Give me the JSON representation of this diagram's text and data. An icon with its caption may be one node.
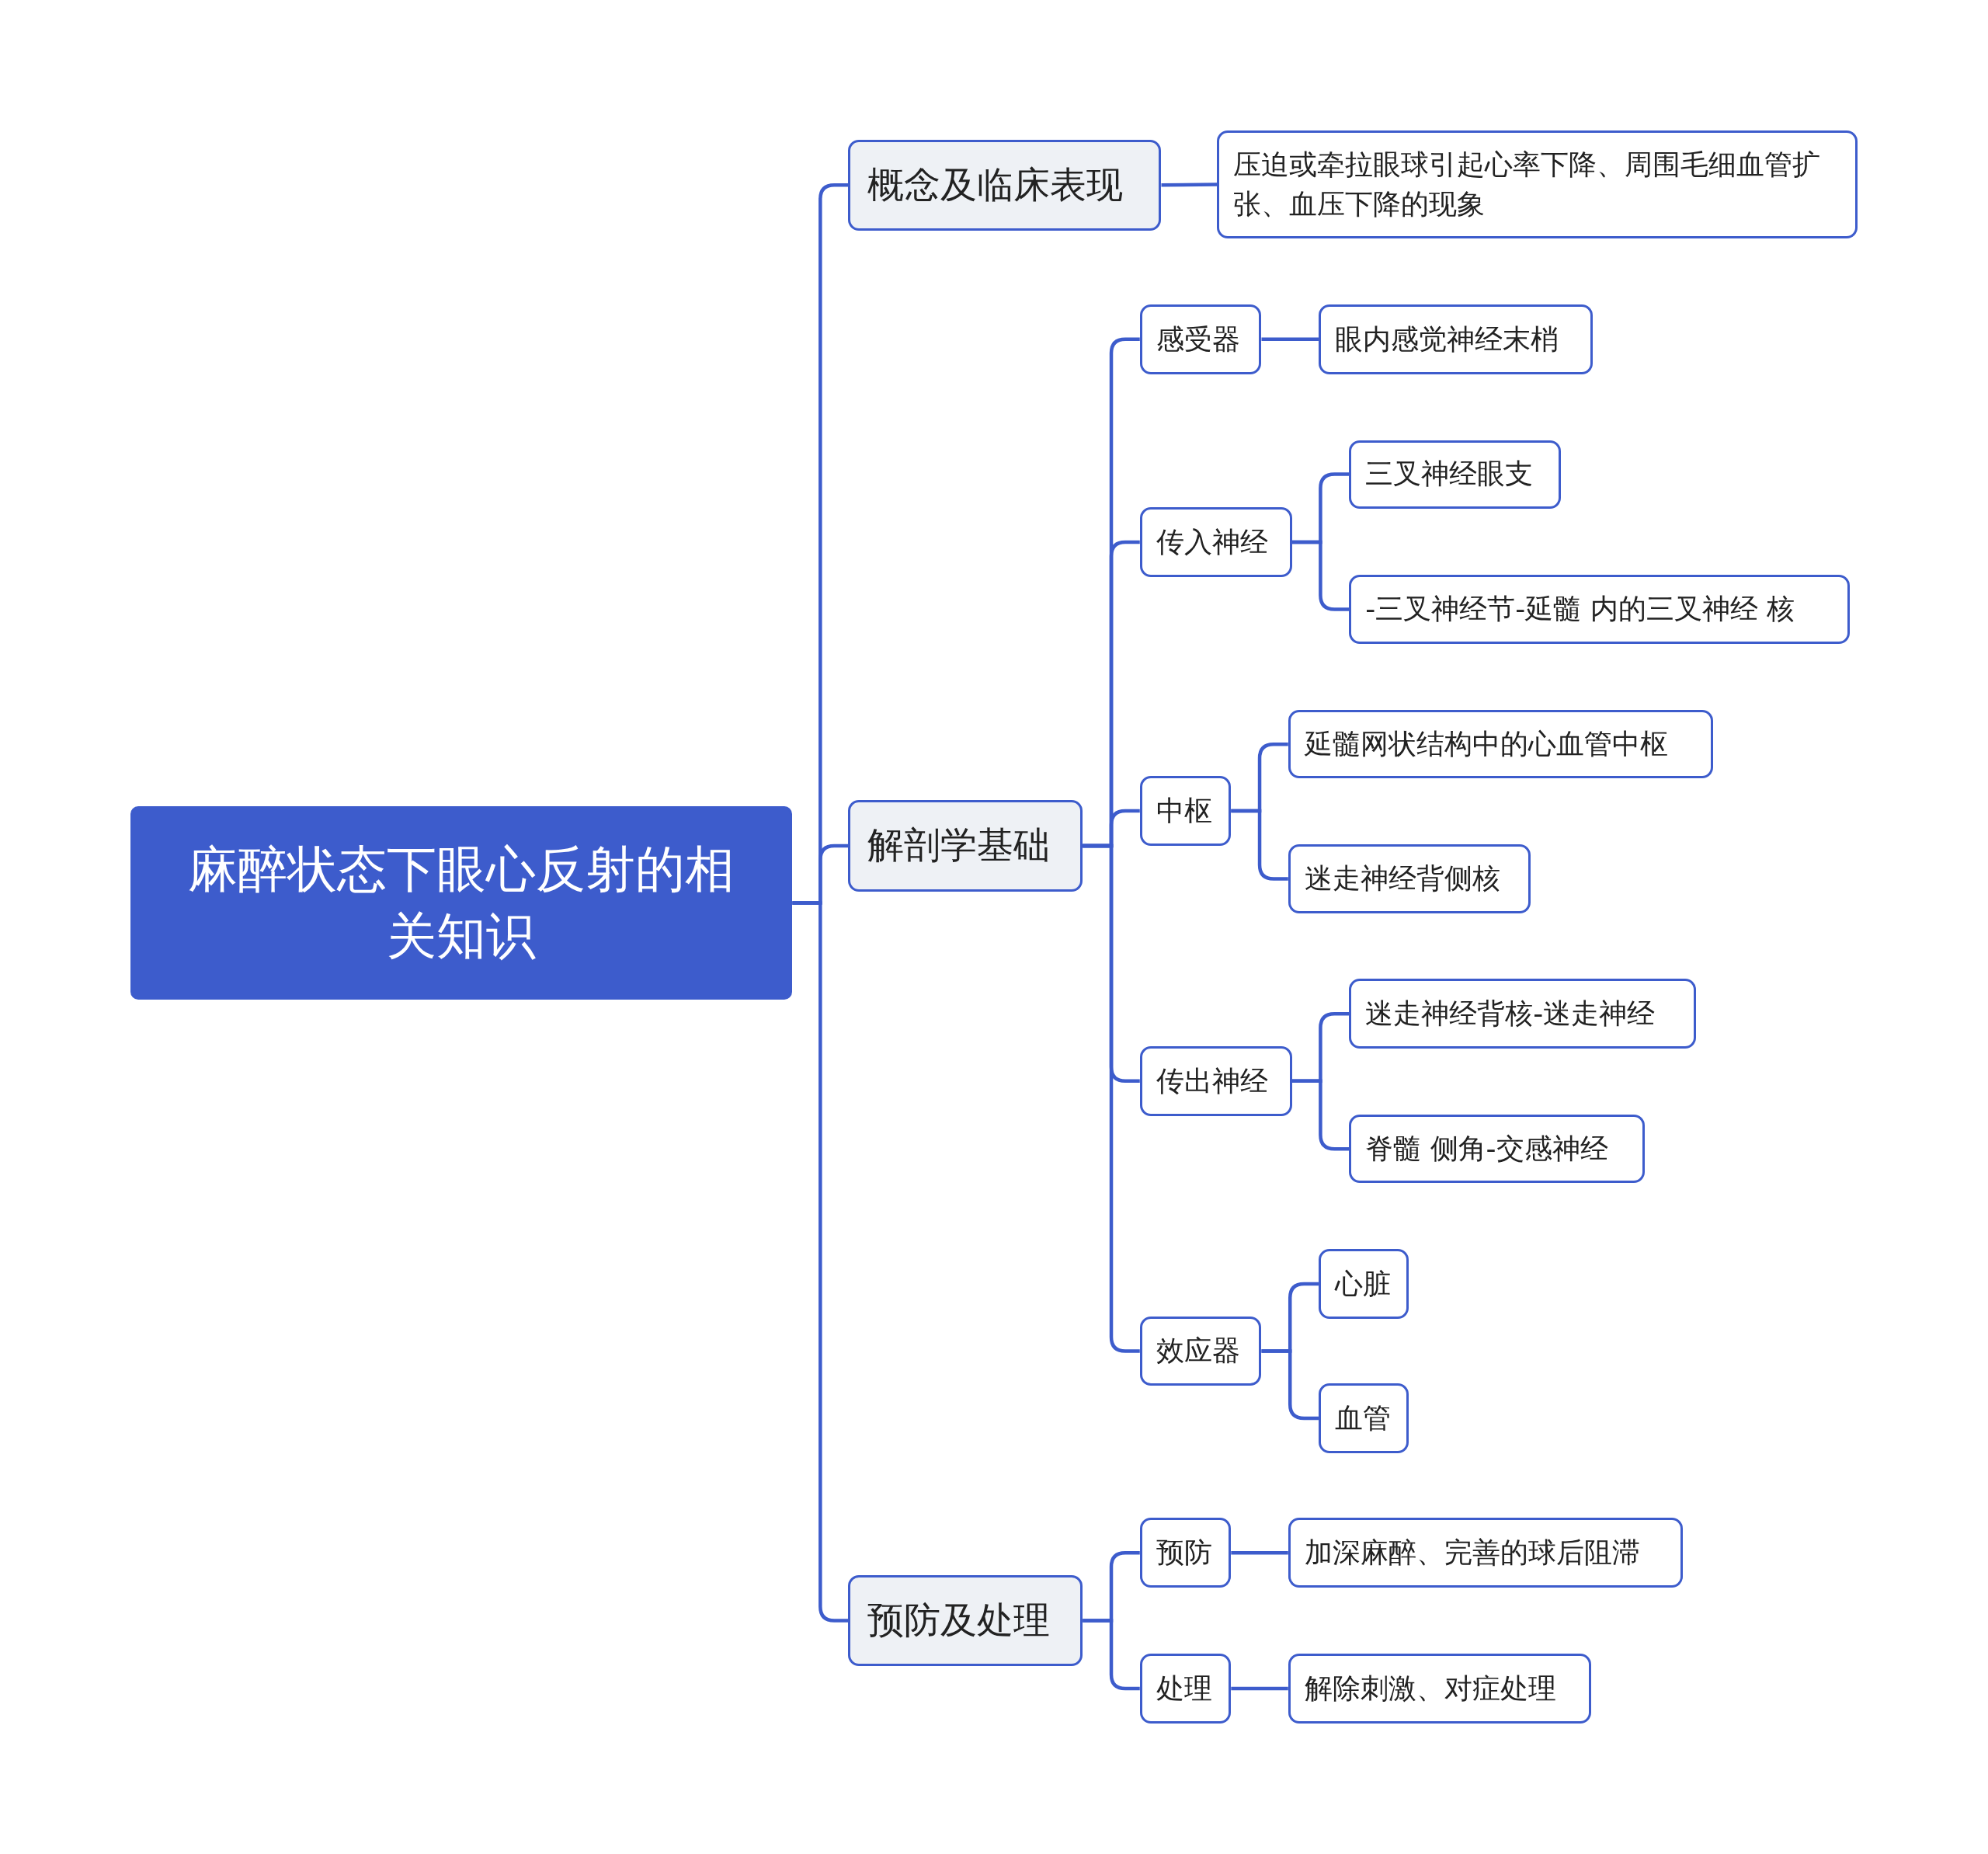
{
  "diagram": {
    "nodes": [
      {
        "text": [
          "麻醉状态下眼心反射的相关知识"
        ]
      },
      {
        "text": [
          "概念及临床表现"
        ]
      },
      {
        "text": [
          "压迫或牵拉眼球引起心率下降、周围毛细血管扩张、血压下降的现象"
        ]
      },
      {
        "text": [
          "解剖学基础"
        ]
      },
      {
        "text": [
          "感受器"
        ]
      },
      {
        "text": [
          "眼内感觉神经末梢"
        ]
      },
      {
        "text": [
          "传入神经"
        ]
      },
      {
        "text": [
          "三叉神经眼支"
        ]
      },
      {
        "text": [
          "-三叉神经节-延髓 内的三叉神经 核"
        ]
      },
      {
        "text": [
          "中枢"
        ]
      },
      {
        "text": [
          "延髓网状结构中的心血管中枢"
        ]
      },
      {
        "text": [
          "迷走神经背侧核"
        ]
      },
      {
        "text": [
          "传出神经"
        ]
      },
      {
        "text": [
          "迷走神经背核-迷走神经"
        ]
      },
      {
        "text": [
          "脊髓 侧角-交感神经"
        ]
      },
      {
        "text": [
          "效应器"
        ]
      },
      {
        "text": [
          "心脏"
        ]
      },
      {
        "text": [
          "血管"
        ]
      },
      {
        "text": [
          "预防及处理"
        ]
      },
      {
        "text": [
          "预防"
        ]
      },
      {
        "text": [
          "加深麻醉、完善的球后阻滞"
        ]
      },
      {
        "text": [
          "处理"
        ]
      },
      {
        "text": [
          "解除刺激、对症处理"
        ]
      }
    ],
    "edges": [
      {
        "from": 0,
        "to": 1,
        "arrow": "none"
      },
      {
        "from": 1,
        "to": 2,
        "arrow": "none"
      },
      {
        "from": 0,
        "to": 3,
        "arrow": "none"
      },
      {
        "from": 3,
        "to": 4,
        "arrow": "none"
      },
      {
        "from": 4,
        "to": 5,
        "arrow": "none"
      },
      {
        "from": 3,
        "to": 6,
        "arrow": "none"
      },
      {
        "from": 6,
        "to": 7,
        "arrow": "none"
      },
      {
        "from": 6,
        "to": 8,
        "arrow": "none"
      },
      {
        "from": 3,
        "to": 9,
        "arrow": "none"
      },
      {
        "from": 9,
        "to": 10,
        "arrow": "none"
      },
      {
        "from": 9,
        "to": 11,
        "arrow": "none"
      },
      {
        "from": 3,
        "to": 12,
        "arrow": "none"
      },
      {
        "from": 12,
        "to": 13,
        "arrow": "none"
      },
      {
        "from": 12,
        "to": 14,
        "arrow": "none"
      },
      {
        "from": 3,
        "to": 15,
        "arrow": "none"
      },
      {
        "from": 15,
        "to": 16,
        "arrow": "none"
      },
      {
        "from": 15,
        "to": 17,
        "arrow": "none"
      },
      {
        "from": 0,
        "to": 18,
        "arrow": "none"
      },
      {
        "from": 18,
        "to": 19,
        "arrow": "none"
      },
      {
        "from": 19,
        "to": 20,
        "arrow": "none"
      },
      {
        "from": 18,
        "to": 21,
        "arrow": "none"
      },
      {
        "from": 21,
        "to": 22,
        "arrow": "none"
      }
    ]
  }
}
